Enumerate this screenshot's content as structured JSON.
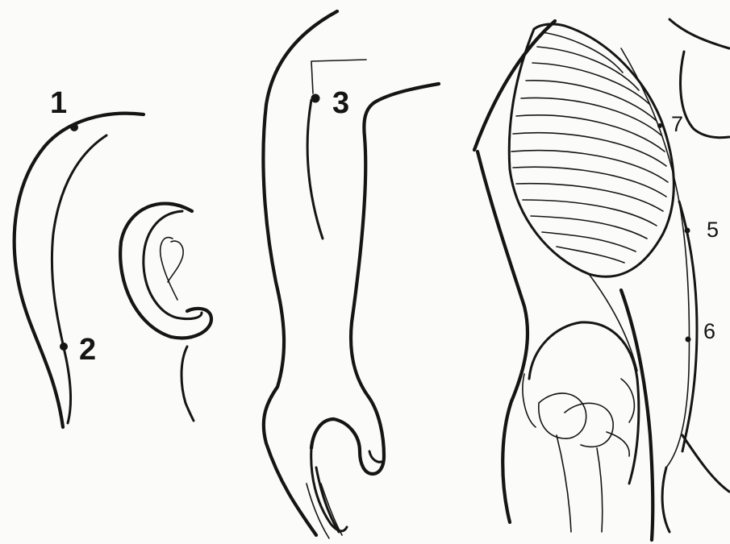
{
  "diagram": {
    "points": [
      {
        "id": "p1",
        "label": "1"
      },
      {
        "id": "p2",
        "label": "2"
      },
      {
        "id": "p3",
        "label": "3"
      },
      {
        "id": "p5",
        "label": "5"
      },
      {
        "id": "p6",
        "label": "6"
      },
      {
        "id": "p7",
        "label": "7"
      }
    ]
  },
  "colors": {
    "ink": "#151515",
    "paper": "#fbfbf9"
  }
}
